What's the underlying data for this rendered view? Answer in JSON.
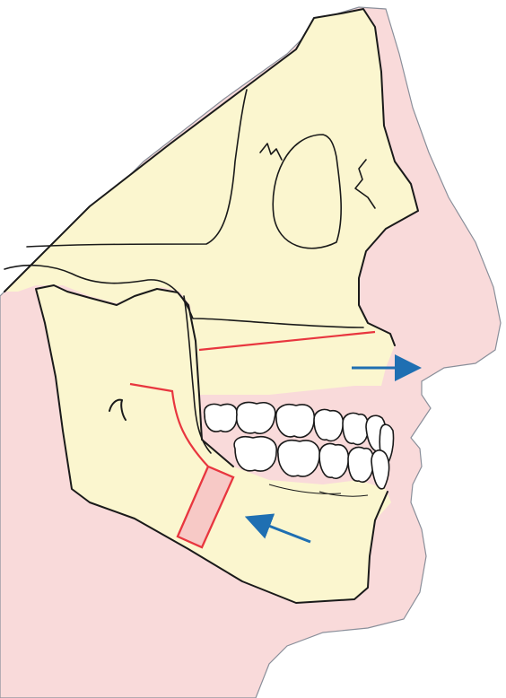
{
  "illustration": {
    "colors": {
      "soft_tissue": "#f9dada",
      "soft_tissue_outline": "#8a8f9a",
      "bone": "#fbf6cf",
      "outline": "#1a1a1a",
      "teeth": "#ffffff",
      "osteotomy_line": "#e8363f",
      "bone_graft": "#f7c9c6",
      "movement_arrow": "#1f6fb2"
    },
    "arrows": [
      {
        "name": "maxilla-advance-arrow",
        "direction": "forward"
      },
      {
        "name": "mandible-setback-arrow",
        "direction": "backward-up"
      }
    ],
    "osteotomies": [
      {
        "name": "le-fort-i-osteotomy-line",
        "jaw": "maxilla"
      },
      {
        "name": "mandibular-ramus-osteotomy-line",
        "jaw": "mandible"
      }
    ]
  }
}
